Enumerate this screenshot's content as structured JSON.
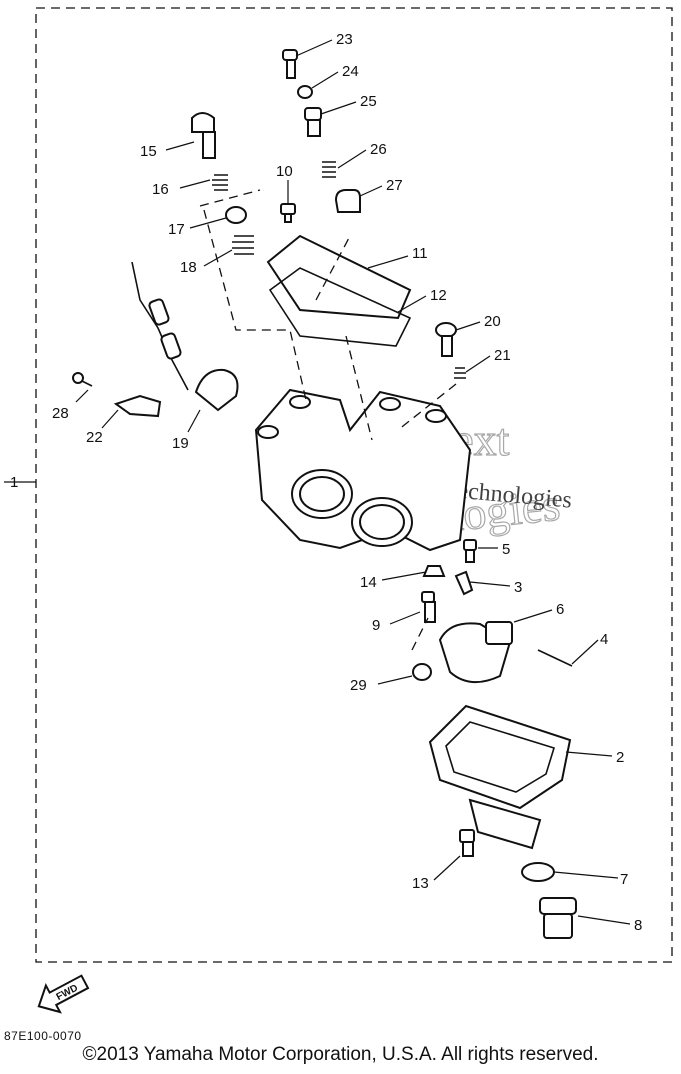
{
  "callouts": [
    {
      "id": "1",
      "label": "1"
    },
    {
      "id": "2",
      "label": "2"
    },
    {
      "id": "3",
      "label": "3"
    },
    {
      "id": "4",
      "label": "4"
    },
    {
      "id": "5",
      "label": "5"
    },
    {
      "id": "6",
      "label": "6"
    },
    {
      "id": "7",
      "label": "7"
    },
    {
      "id": "8",
      "label": "8"
    },
    {
      "id": "9",
      "label": "9"
    },
    {
      "id": "10",
      "label": "10"
    },
    {
      "id": "11",
      "label": "11"
    },
    {
      "id": "12",
      "label": "12"
    },
    {
      "id": "13",
      "label": "13"
    },
    {
      "id": "14",
      "label": "14"
    },
    {
      "id": "15",
      "label": "15"
    },
    {
      "id": "16",
      "label": "16"
    },
    {
      "id": "17",
      "label": "17"
    },
    {
      "id": "18",
      "label": "18"
    },
    {
      "id": "19",
      "label": "19"
    },
    {
      "id": "20",
      "label": "20"
    },
    {
      "id": "21",
      "label": "21"
    },
    {
      "id": "22",
      "label": "22"
    },
    {
      "id": "23",
      "label": "23"
    },
    {
      "id": "24",
      "label": "24"
    },
    {
      "id": "25",
      "label": "25"
    },
    {
      "id": "26",
      "label": "26"
    },
    {
      "id": "27",
      "label": "27"
    },
    {
      "id": "28",
      "label": "28"
    },
    {
      "id": "29",
      "label": "29"
    }
  ],
  "watermark": {
    "line1": "Next",
    "line2": "Technologies",
    "overlay": "Next Technologies"
  },
  "fwd_label": "FWD",
  "figure_code": "87E100-0070",
  "copyright": "©2013 Yamaha Motor Corporation, U.S.A. All rights reserved."
}
